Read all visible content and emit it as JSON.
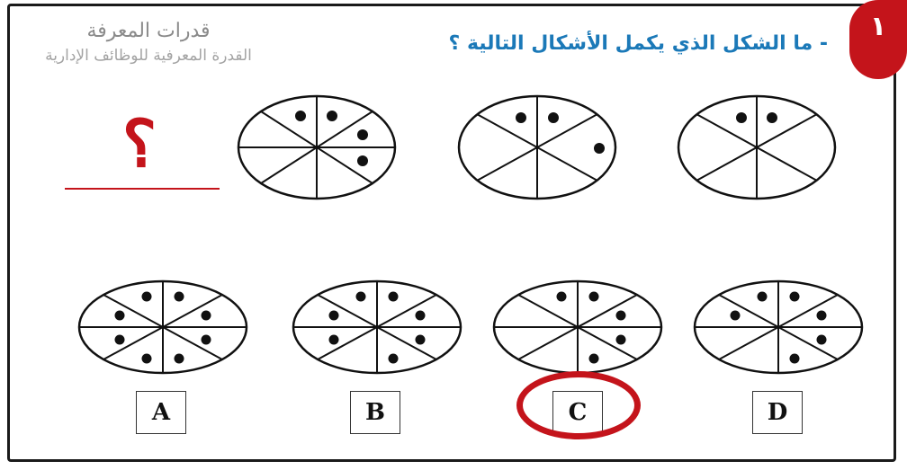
{
  "badge": {
    "number": "١"
  },
  "question": {
    "text": "- ما الشكل الذي يكمل الأشكال التالية ؟"
  },
  "logo": {
    "line1": "قدرات المعرفة",
    "line2": "القدرة المعرفية للوظائف الإدارية",
    "line3": ""
  },
  "missing": {
    "symbol": "؟"
  },
  "colors": {
    "accent_red": "#c4141b",
    "question_blue": "#1b79b8",
    "ink": "#111111"
  },
  "sequence": [
    {
      "name": "sequence-figure-1",
      "divisions": 8,
      "dots": 4
    },
    {
      "name": "sequence-figure-2",
      "divisions": 6,
      "dots": 3
    },
    {
      "name": "sequence-figure-3",
      "divisions": 6,
      "dots": 2
    }
  ],
  "options": [
    {
      "label": "A",
      "divisions": 8,
      "dots": 8
    },
    {
      "label": "B",
      "divisions": 8,
      "dots": 7
    },
    {
      "label": "C",
      "divisions": 8,
      "dots": 5
    },
    {
      "label": "D",
      "divisions": 8,
      "dots": 6
    }
  ],
  "answer": {
    "label": "C"
  }
}
